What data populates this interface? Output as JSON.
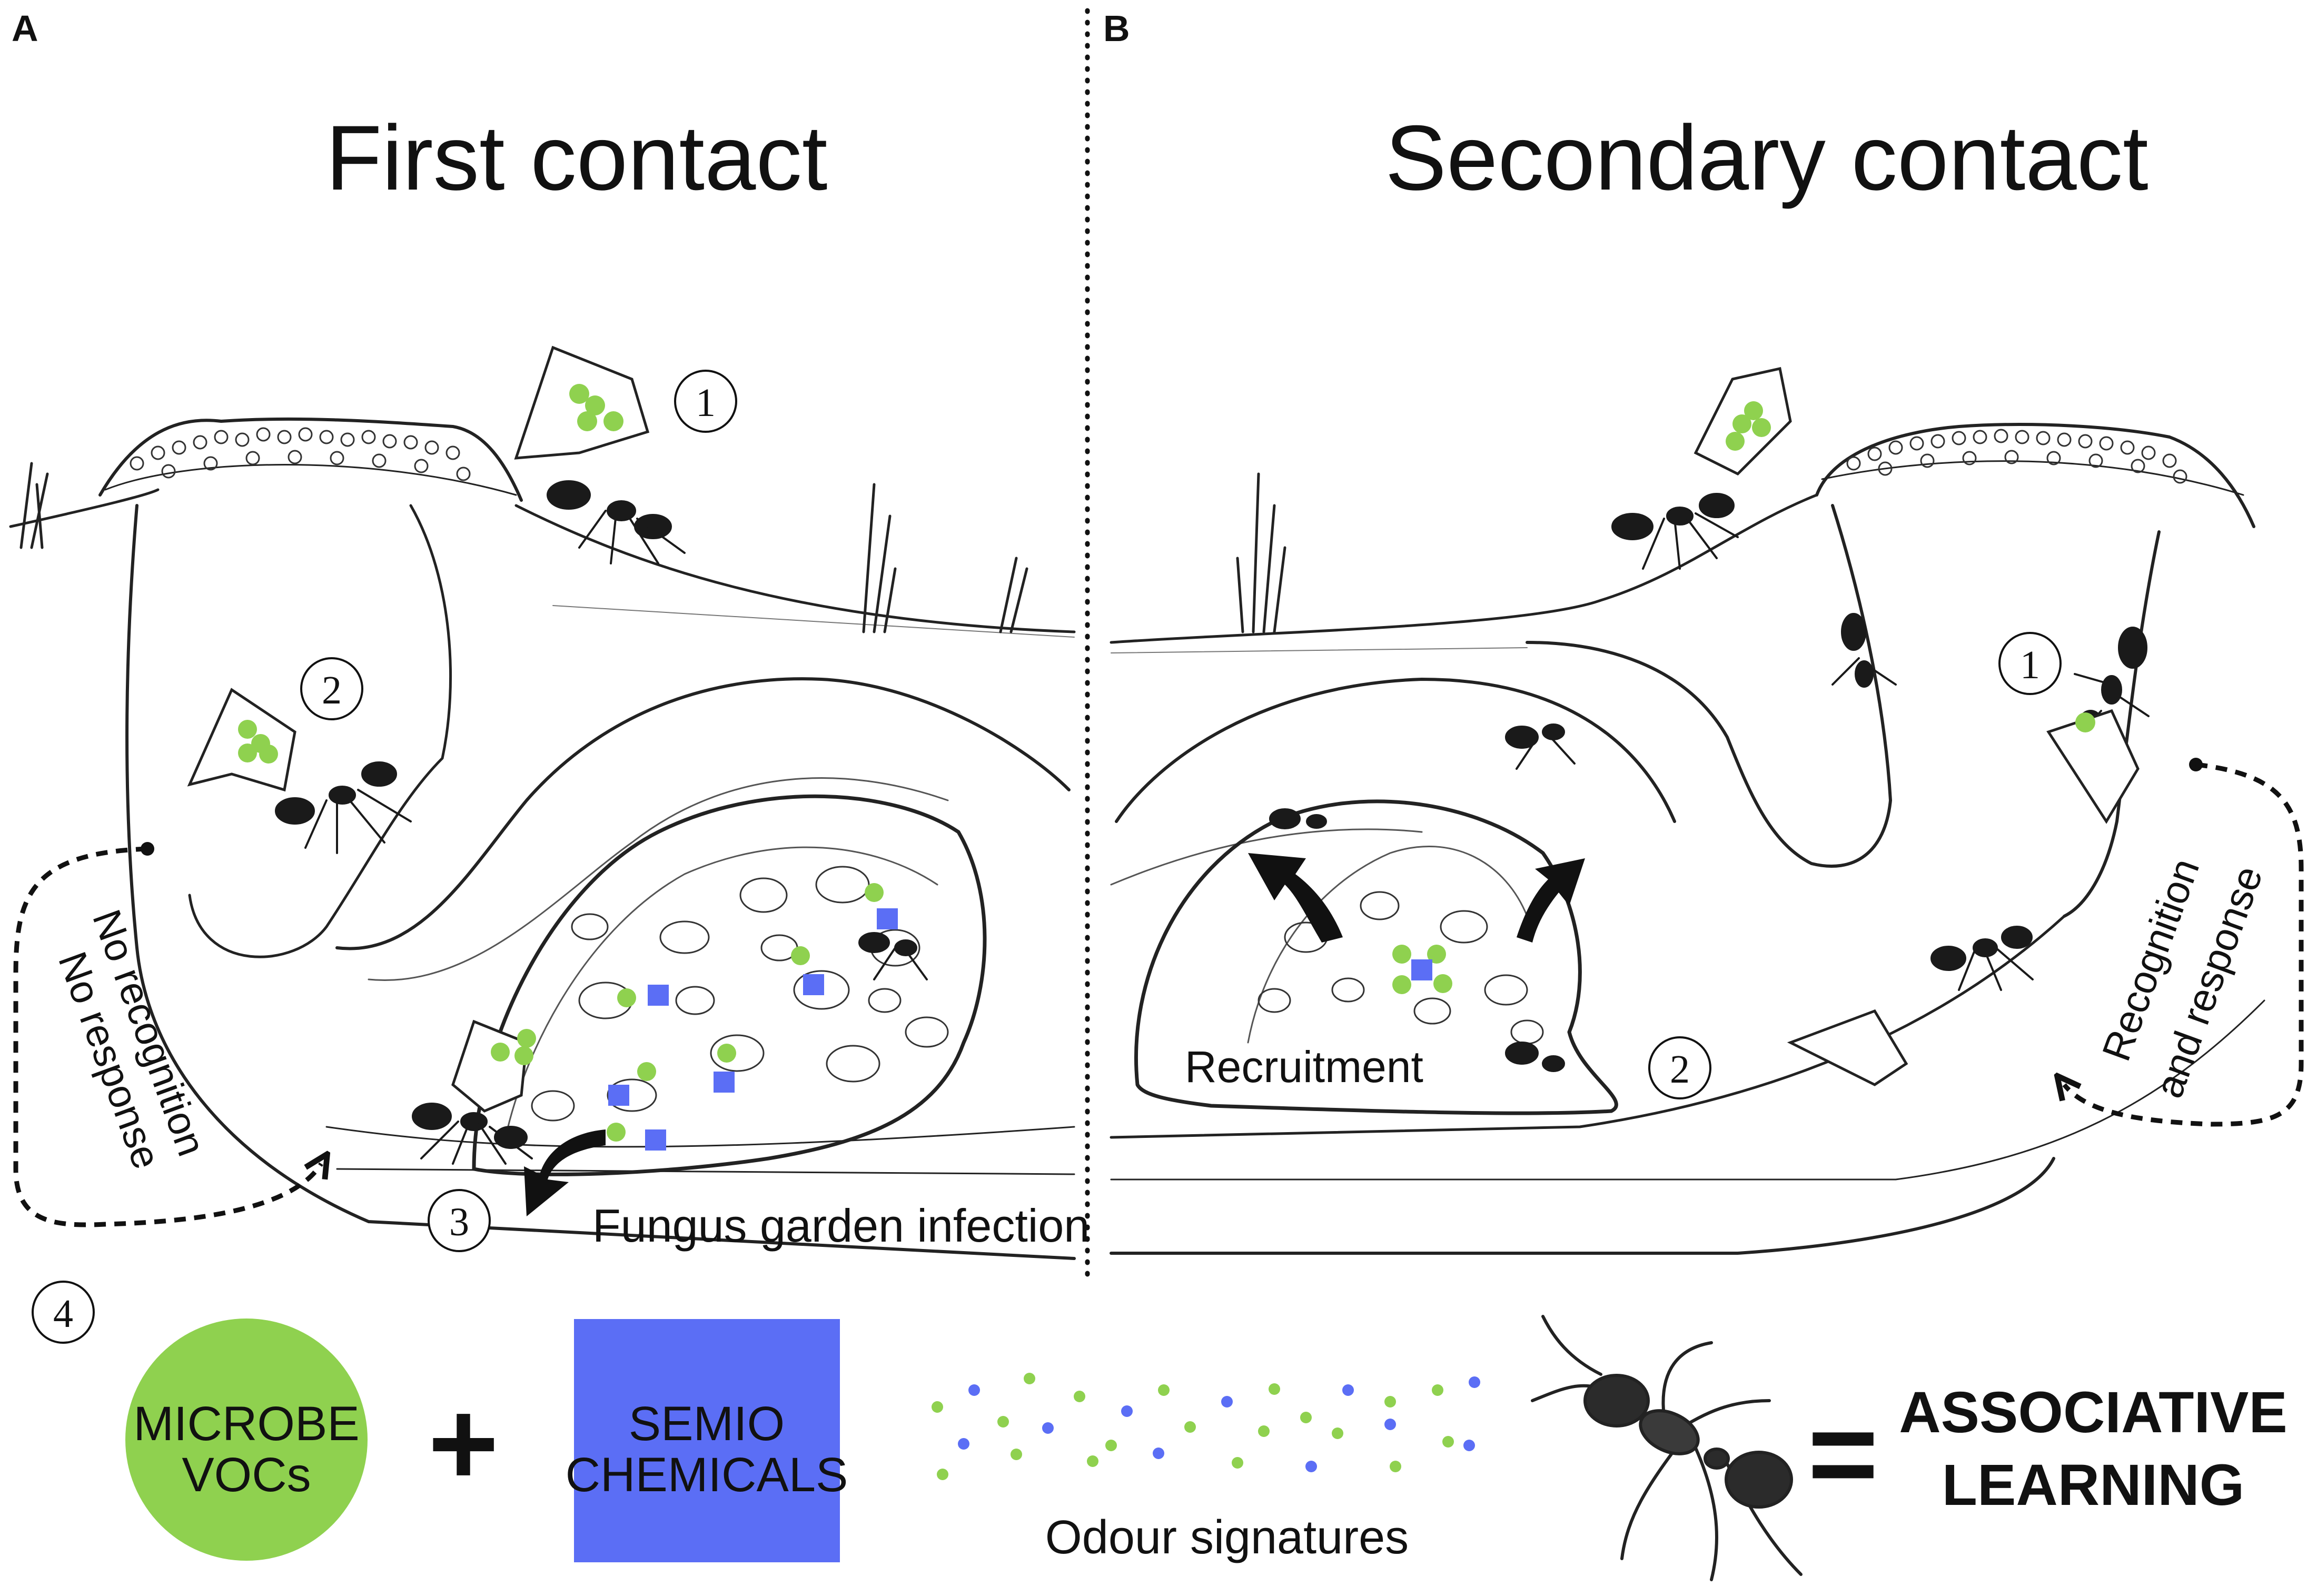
{
  "panels": {
    "a": {
      "letter": "A",
      "title": "First contact"
    },
    "b": {
      "letter": "B",
      "title": "Secondary contact"
    }
  },
  "steps": {
    "a1": "1",
    "a2": "2",
    "a3": "3",
    "b1": "1",
    "b2": "2",
    "legend": "4"
  },
  "labels": {
    "no_recognition": "No recognition",
    "no_response": "No response",
    "fungus_infection": "Fungus garden infection",
    "recognition": "Recognition",
    "and_response": "and response",
    "recruitment": "Recruitment"
  },
  "legend": {
    "microbe_line1": "MICROBE",
    "microbe_line2": "VOCs",
    "plus": "+",
    "semio_line1": "SEMIO",
    "semio_line2": "CHEMICALS",
    "odour": "Odour signatures",
    "equals": "=",
    "result_line1": "ASSOCIATIVE",
    "result_line2": "LEARNING"
  },
  "colors": {
    "microbe": "#8fd14f",
    "semiochemical": "#5b6ef5",
    "ink": "#111111"
  }
}
